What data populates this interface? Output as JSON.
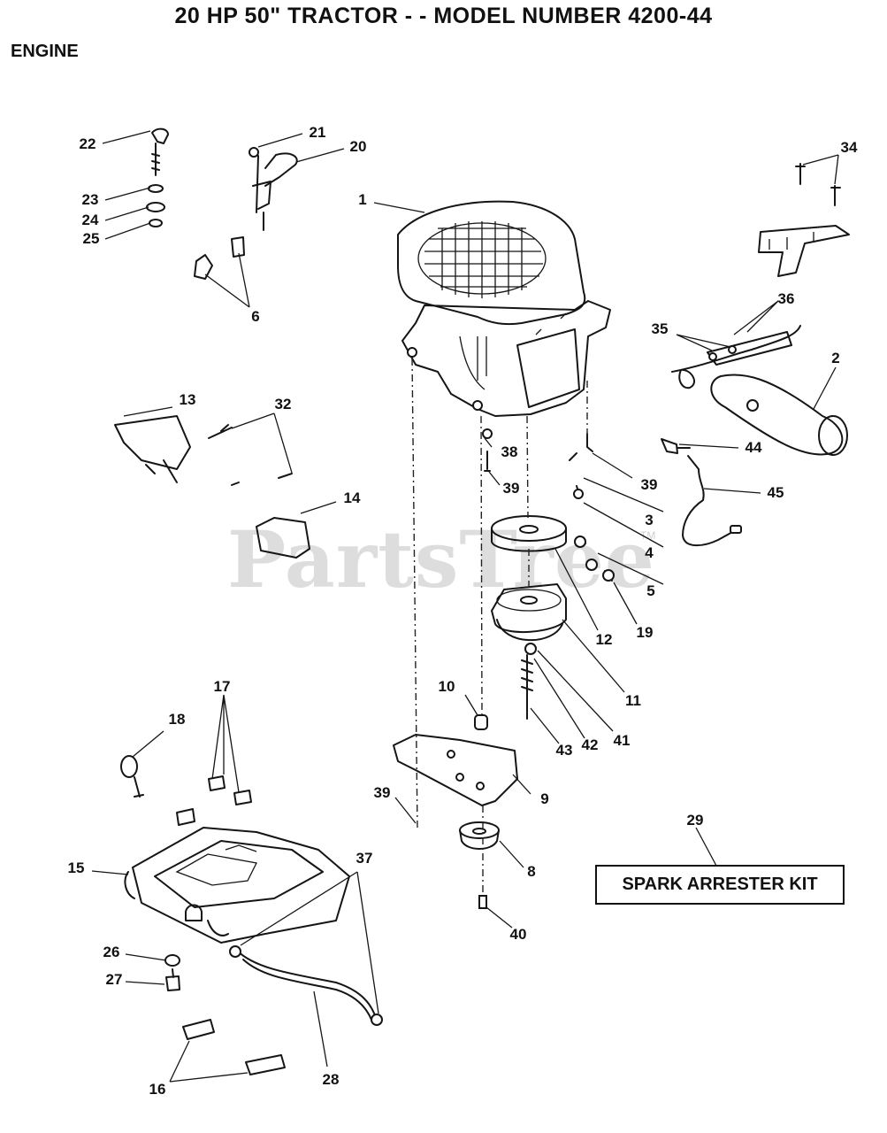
{
  "title": "20 HP 50\" TRACTOR - - MODEL NUMBER 4200-44",
  "section": "ENGINE",
  "watermark": "PartsTree",
  "watermark_tm": "TM",
  "kit_box_label": "SPARK ARRESTER KIT",
  "callouts": [
    "22",
    "21",
    "20",
    "34",
    "23",
    "24",
    "25",
    "1",
    "6",
    "36",
    "35",
    "2",
    "13",
    "32",
    "38",
    "39",
    "39",
    "44",
    "45",
    "14",
    "3",
    "4",
    "5",
    "12",
    "19",
    "11",
    "17",
    "10",
    "18",
    "43",
    "42",
    "41",
    "9",
    "39",
    "29",
    "8",
    "15",
    "37",
    "40",
    "26",
    "27",
    "28",
    "16"
  ]
}
